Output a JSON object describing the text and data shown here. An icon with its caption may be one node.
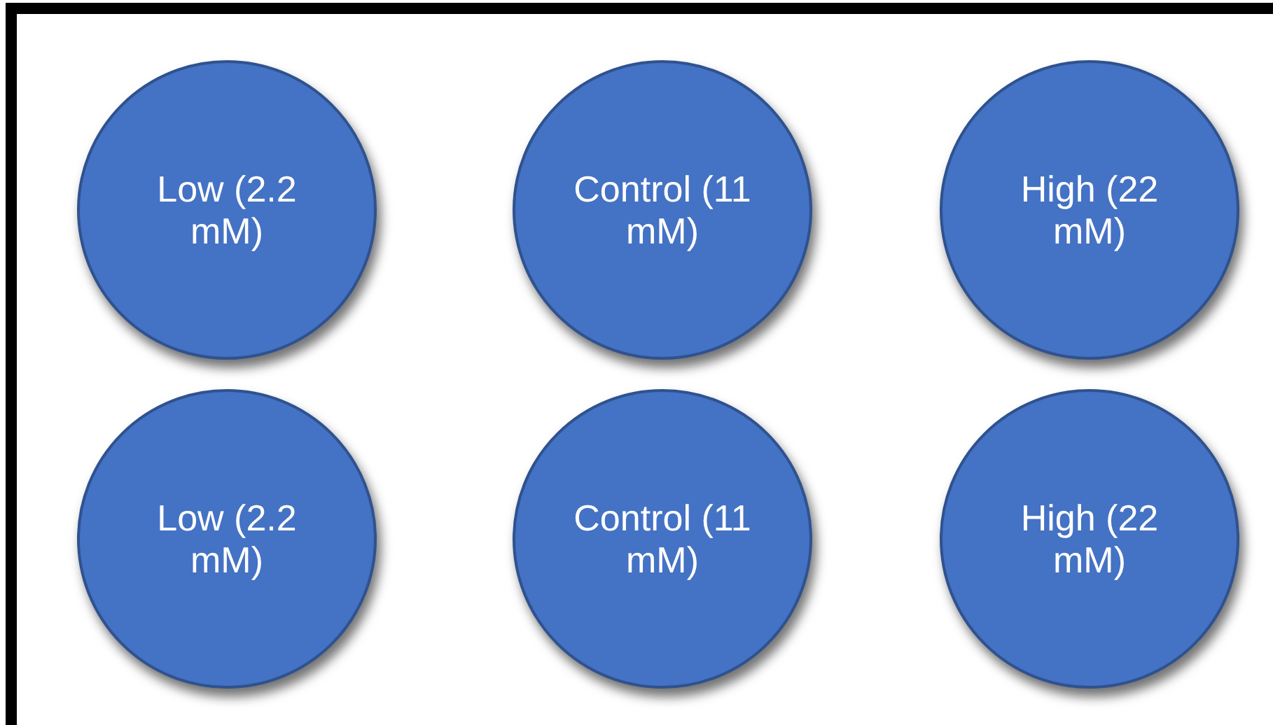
{
  "diagram": {
    "nodes": [
      {
        "text": [
          "Low (2.2 mM)"
        ]
      },
      {
        "text": [
          "Control (11 mM)"
        ]
      },
      {
        "text": [
          "High (22 mM)"
        ]
      },
      {
        "text": [
          "Low (2.2 mM)"
        ]
      },
      {
        "text": [
          "Control (11 mM)"
        ]
      },
      {
        "text": [
          "High (22 mM)"
        ]
      }
    ]
  }
}
